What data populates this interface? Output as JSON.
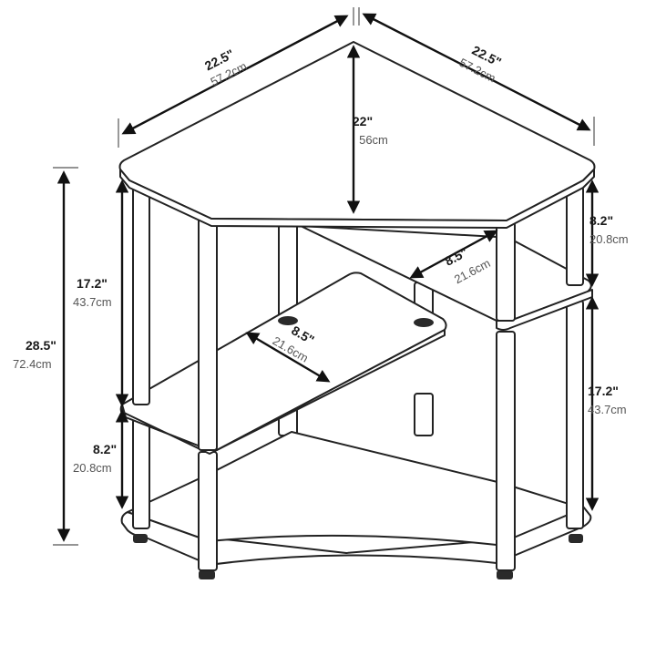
{
  "product_colors": {
    "outline": "#222222",
    "leg_caps": "#2a2a2a",
    "text_primary": "#1a1a1a",
    "text_secondary": "#555555"
  },
  "dimensions": {
    "top_left_side": {
      "in": "22.5\"",
      "cm": "57.2cm"
    },
    "top_right_side": {
      "in": "22.5\"",
      "cm": "57.2cm"
    },
    "top_depth": {
      "in": "22\"",
      "cm": "56cm"
    },
    "overall_height": {
      "in": "28.5\"",
      "cm": "72.4cm"
    },
    "left_upper_gap": {
      "in": "17.2\"",
      "cm": "43.7cm"
    },
    "left_lower_gap": {
      "in": "8.2\"",
      "cm": "20.8cm"
    },
    "right_upper_gap": {
      "in": "8.2\"",
      "cm": "20.8cm"
    },
    "right_lower_gap": {
      "in": "17.2\"",
      "cm": "43.7cm"
    },
    "right_shelf_depth": {
      "in": "8.5\"",
      "cm": "21.6cm"
    },
    "left_shelf_depth": {
      "in": "8.5\"",
      "cm": "21.6cm"
    }
  }
}
